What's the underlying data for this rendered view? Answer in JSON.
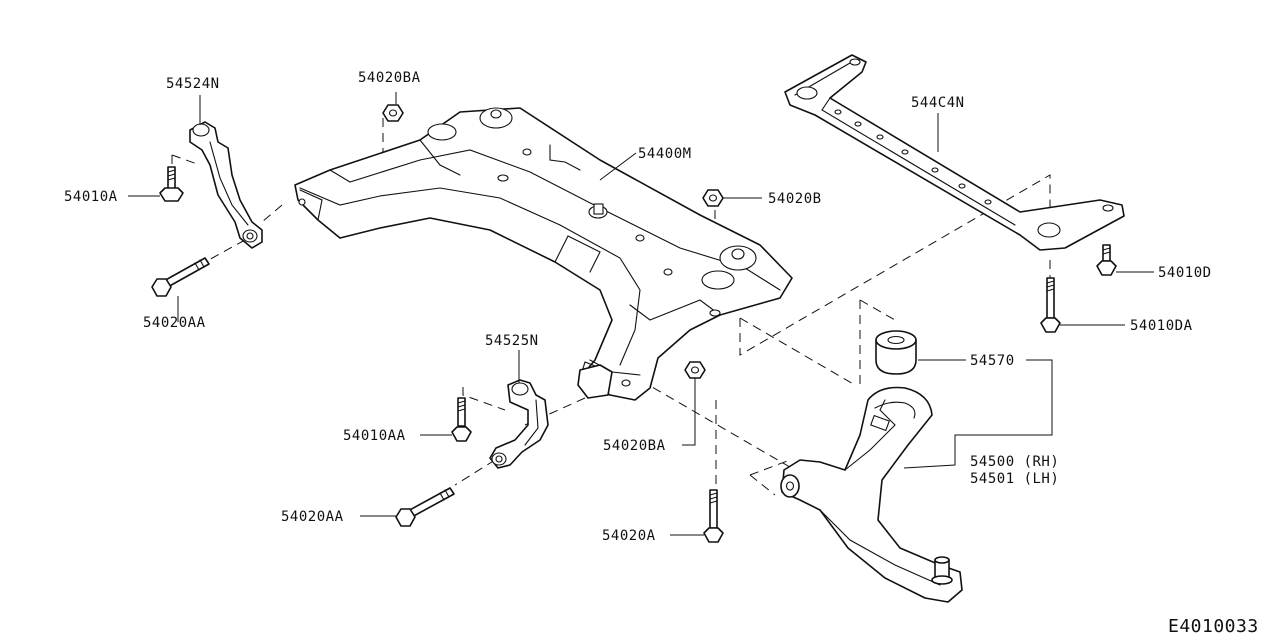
{
  "diagram_id": "E4010033",
  "labels": {
    "l_54524N": "54524N",
    "l_54020BA_top": "54020BA",
    "l_54010A": "54010A",
    "l_54020AA_top": "54020AA",
    "l_54400M": "54400M",
    "l_54020B": "54020B",
    "l_544C4N": "544C4N",
    "l_54010D": "54010D",
    "l_54010DA": "54010DA",
    "l_54570": "54570",
    "l_54525N": "54525N",
    "l_54010AA": "54010AA",
    "l_54020BA_mid": "54020BA",
    "l_54020AA_bottom": "54020AA",
    "l_54020A": "54020A",
    "l_54500": "54500 (RH)",
    "l_54501": "54501 (LH)"
  },
  "colors": {
    "line": "#111111",
    "background": "#ffffff"
  }
}
